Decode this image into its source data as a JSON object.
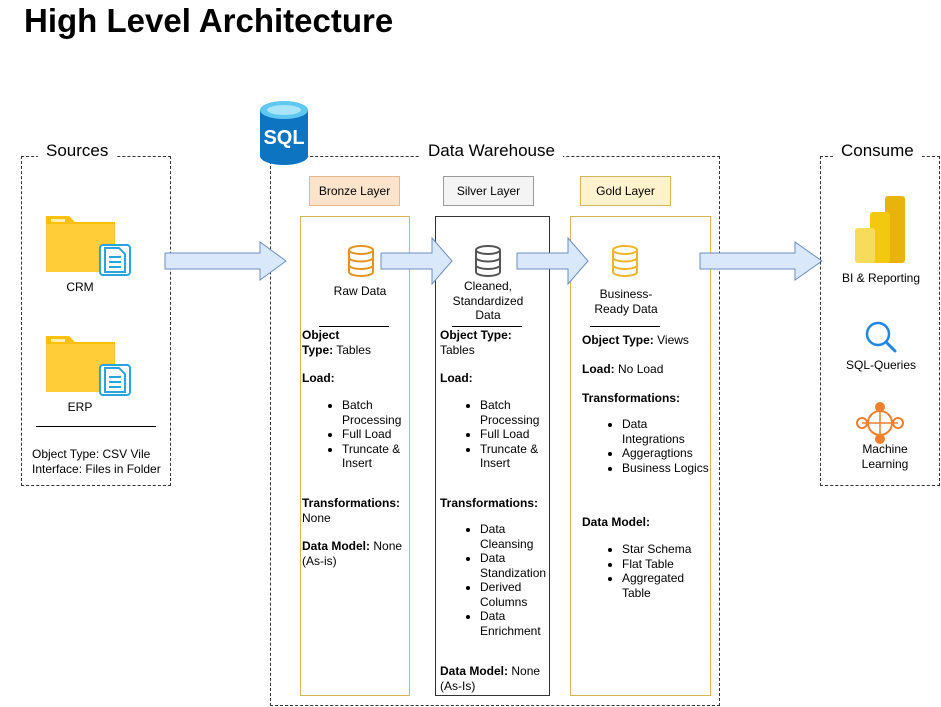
{
  "title": "High Level Architecture",
  "sources": {
    "label": "Sources",
    "items": [
      {
        "label": "CRM"
      },
      {
        "label": "ERP"
      }
    ],
    "object_type": "Object Type: CSV Vile",
    "interface": "Interface: Files in Folder"
  },
  "warehouse": {
    "label": "Data Warehouse",
    "sql_logo_text": "SQL",
    "bronze": {
      "badge": "Bronze Layer",
      "data_label": "Raw Data",
      "object_type_label": "Object Type:",
      "object_type_line1": "Object",
      "object_type_line2": "Type:",
      "object_type_value": "Tables",
      "load_label": "Load:",
      "load_items": [
        "Batch Processing",
        "Full Load",
        "Truncate & Insert"
      ],
      "transformations_label": "Transformations:",
      "transformations_value": "None",
      "data_model_label": "Data Model:",
      "data_model_value": "None",
      "data_model_note": "(As-is)"
    },
    "silver": {
      "badge": "Silver Layer",
      "data_label": "Cleaned, Standardized Data",
      "object_type_label": "Object Type:",
      "object_type_value": "Tables",
      "load_label": "Load:",
      "load_items": [
        "Batch Processing",
        "Full Load",
        "Truncate & Insert"
      ],
      "transformations_label": "Transformations:",
      "transformation_items": [
        "Data Cleansing",
        "Data Standization",
        "Derived Columns",
        "Data Enrichment"
      ],
      "data_model_label": "Data Model:",
      "data_model_value": "None",
      "data_model_note": "(As-Is)"
    },
    "gold": {
      "badge": "Gold Layer",
      "data_label": "Business-Ready Data",
      "object_type_label": "Object Type:",
      "object_type_value": "Views",
      "load_label": "Load:",
      "load_value": "No Load",
      "transformations_label": "Transformations:",
      "transformation_items": [
        "Data Integrations",
        "Aggeragtions",
        "Business Logics"
      ],
      "data_model_label": "Data Model:",
      "data_model_items": [
        "Star Schema",
        "Flat Table",
        "Aggregated Table"
      ]
    }
  },
  "consume": {
    "label": "Consume",
    "items": [
      {
        "label": "BI & Reporting",
        "icon": "power-bi-icon"
      },
      {
        "label": "SQL-Queries",
        "icon": "magnifier-icon"
      },
      {
        "label": "Machine Learning",
        "icon": "ml-network-icon"
      }
    ]
  },
  "colors": {
    "bronze_fill": "#fce4cc",
    "bronze_border": "#c0a040",
    "bronze_icon": "#e6931e",
    "silver_fill": "#f4f4f4",
    "silver_border": "#333333",
    "silver_icon": "#555555",
    "gold_fill": "#fff2cc",
    "gold_border": "#d6b656",
    "gold_icon": "#f0b429",
    "arrow_fill": "#dae8fc",
    "arrow_stroke": "#6c8ebf",
    "folder": "#ffc107",
    "doc_icon": "#2aa4e0",
    "powerbi": "#f2c811",
    "ml": "#f07f2e",
    "search": "#1e88e5",
    "sql_blue": "#0d74c2"
  }
}
